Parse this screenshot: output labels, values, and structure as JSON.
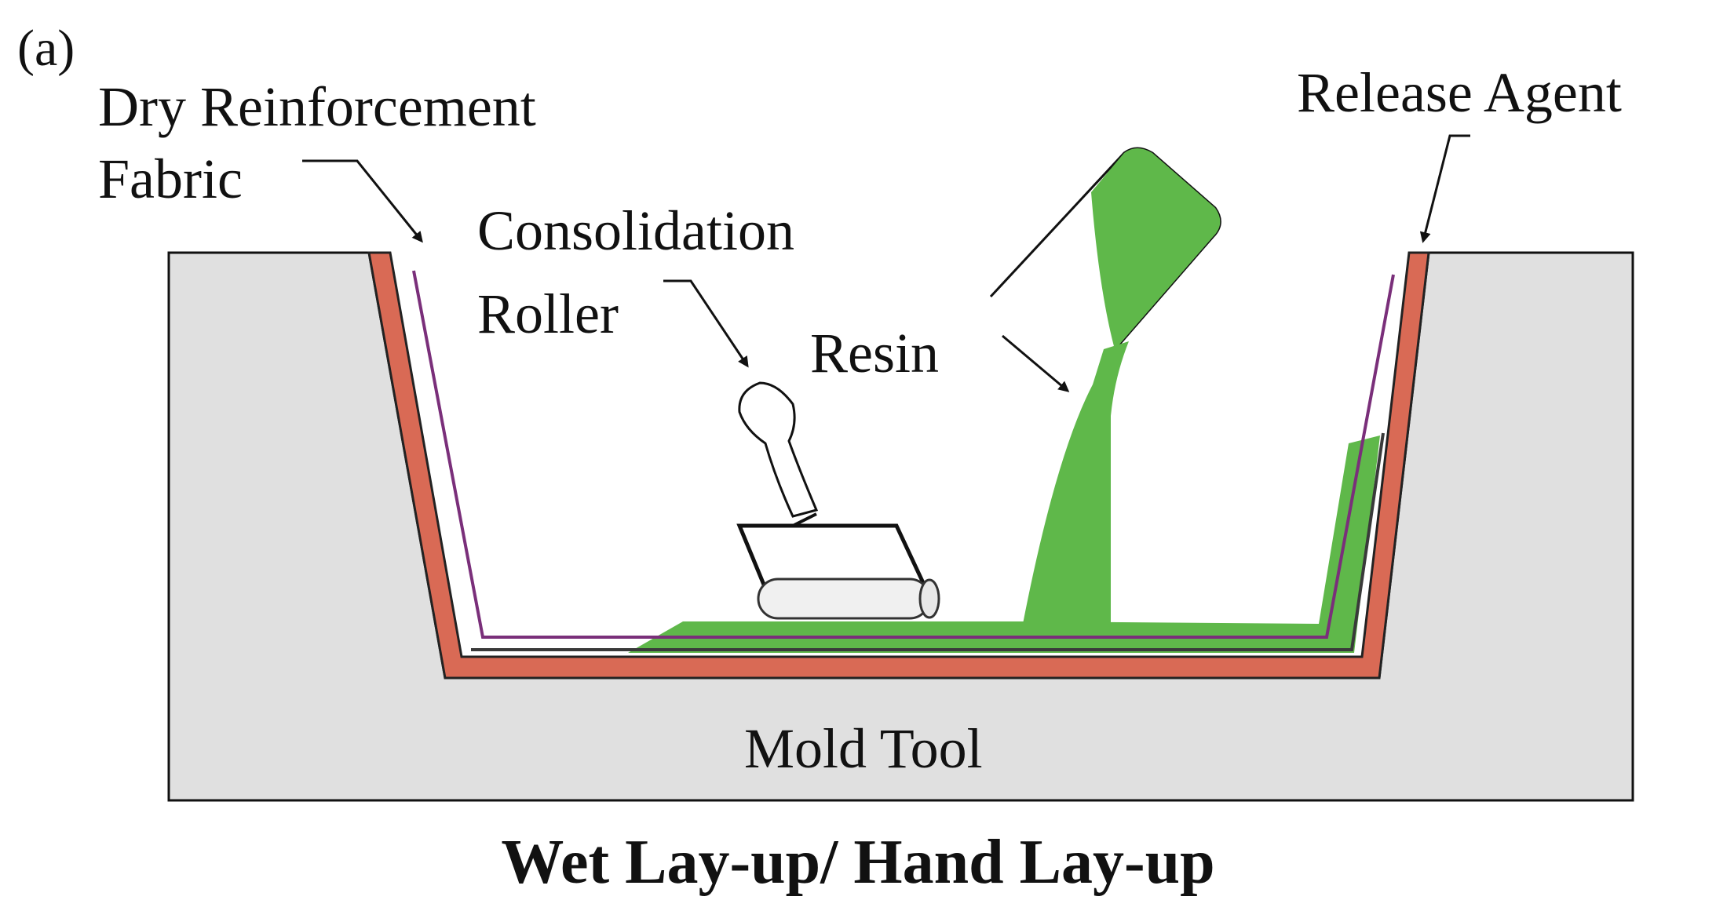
{
  "panel_label": "(a)",
  "labels": {
    "dry_fabric_line1": "Dry Reinforcement",
    "dry_fabric_line2": "Fabric",
    "roller_line1": "Consolidation",
    "roller_line2": "Roller",
    "resin": "Resin",
    "release_agent": "Release Agent",
    "mold_tool": "Mold Tool"
  },
  "caption": "Wet Lay-up/ Hand Lay-up",
  "colors": {
    "mold_fill": "#e0e0e0",
    "release_agent": "#d96a55",
    "resin": "#5fb84a",
    "fabric": "#7a2f7a",
    "outline": "#111111"
  }
}
